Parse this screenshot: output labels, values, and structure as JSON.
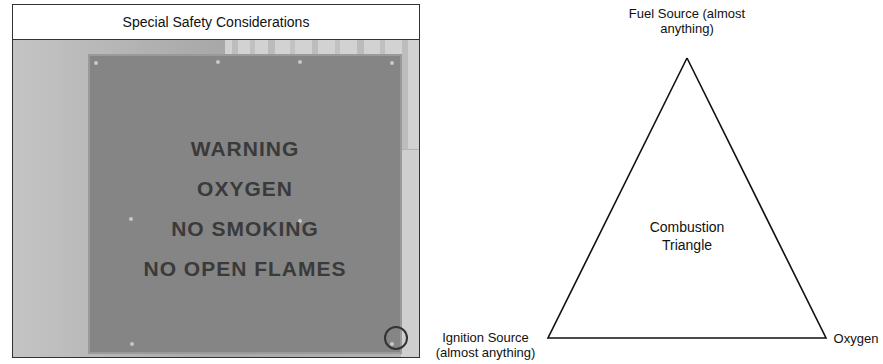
{
  "diagram": {
    "nodes": [
      {
        "text": [
          "Special Safety Considerations"
        ]
      },
      {
        "text": [
          "WARNING",
          "OXYGEN",
          "NO SMOKING",
          "NO OPEN FLAMES"
        ],
        "in": 0
      },
      {
        "text": [
          "Combustion Triangle"
        ]
      }
    ],
    "labels": [
      "Fuel Source (almost anything)",
      "Ignition Source (almost anything)",
      "Oxygen"
    ]
  }
}
